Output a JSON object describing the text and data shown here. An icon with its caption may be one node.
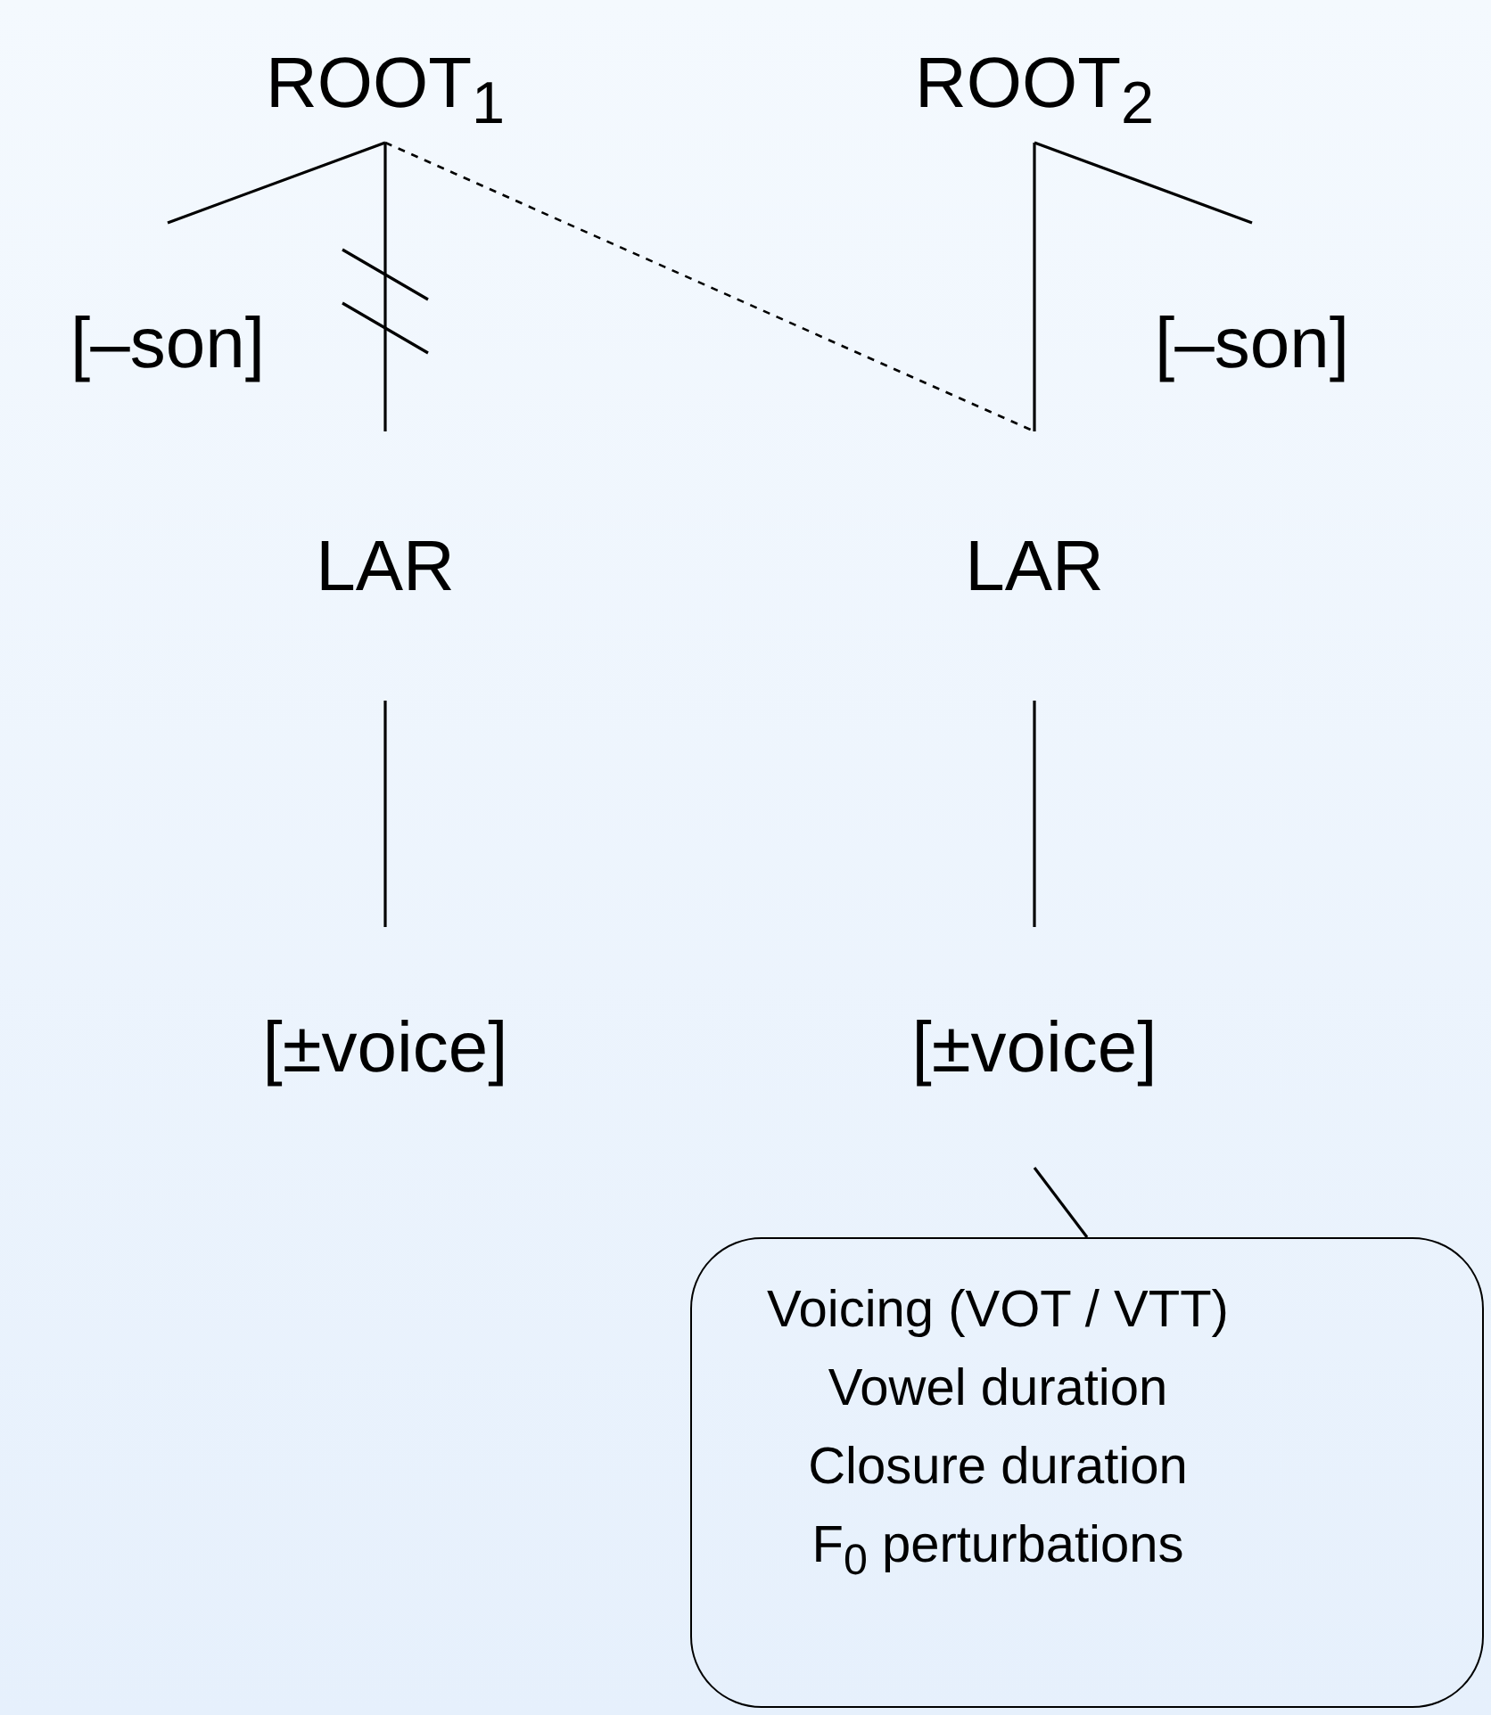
{
  "diagram": {
    "nodes": [
      {
        "text": [
          "ROOT$_{1}$"
        ]
      },
      {
        "text": [
          "ROOT$_{2}$"
        ]
      },
      {
        "text": [
          "[–son]"
        ]
      },
      {
        "text": [
          "[–son]"
        ]
      },
      {
        "text": [
          "LAR"
        ]
      },
      {
        "text": [
          "LAR"
        ]
      },
      {
        "text": [
          "[±voice]"
        ]
      },
      {
        "text": [
          "[±voice]"
        ]
      },
      {
        "text": [
          "Voicing (VOT / VTT)",
          "Vowel duration",
          "Closure duration",
          "F$_{0}$ perturbations"
        ]
      }
    ],
    "edges": [
      {
        "from": 0,
        "to": 2,
        "arrow": "none"
      },
      {
        "from": 0,
        "to": 4,
        "arrow": "none"
      },
      {
        "from": 0,
        "to": 5,
        "arrow": "none",
        "style": "dashed"
      },
      {
        "from": 1,
        "to": 3,
        "arrow": "none"
      },
      {
        "from": 1,
        "to": 5,
        "arrow": "none"
      },
      {
        "from": 4,
        "to": 6,
        "arrow": "none"
      },
      {
        "from": 5,
        "to": 7,
        "arrow": "none"
      },
      {
        "from": 7,
        "to": 8,
        "arrow": "none"
      }
    ]
  }
}
